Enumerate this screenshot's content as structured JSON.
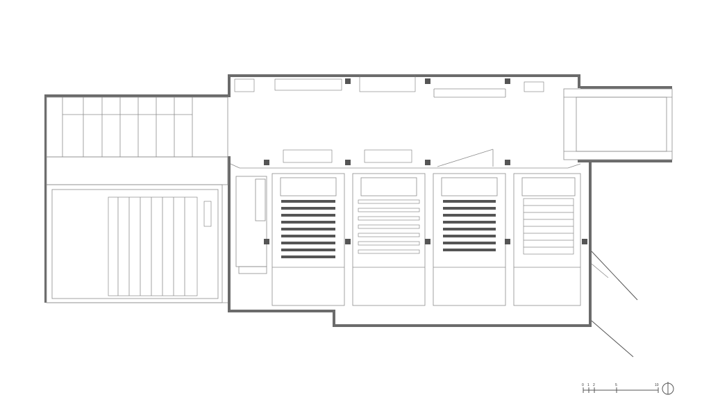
{
  "scale_bar": {
    "ticks": [
      "0",
      "1",
      "2",
      "5",
      "10"
    ]
  },
  "icons": {
    "north": "north-arrow-icon"
  },
  "colors": {
    "wall": "#6b6b6b",
    "line": "#8c8c8c",
    "seat": "#555555"
  }
}
